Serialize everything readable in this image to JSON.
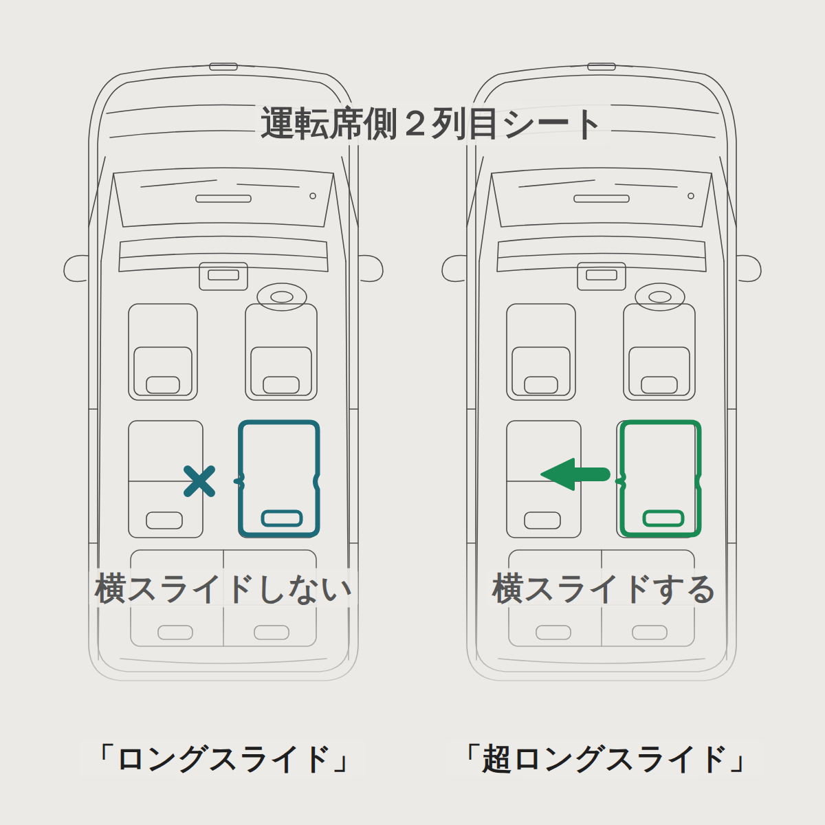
{
  "diagram": {
    "title": "運転席側２列目シート",
    "labels": [
      "横スライドしない",
      "横スライドする",
      "「ロングスライド」",
      "「超ロングスライド」"
    ]
  }
}
